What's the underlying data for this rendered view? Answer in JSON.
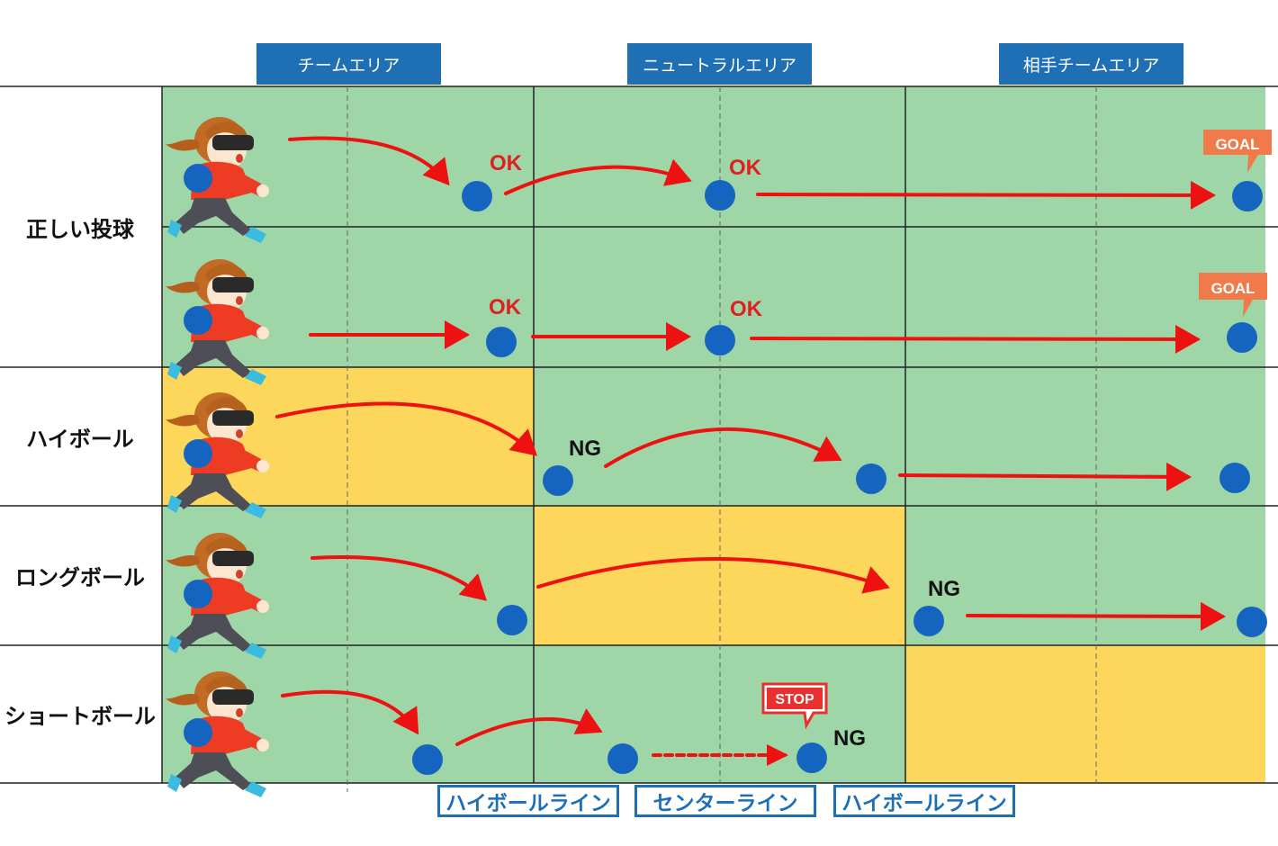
{
  "areas": [
    "チームエリア",
    "ニュートラルエリア",
    "相手チームエリア"
  ],
  "rows": [
    {
      "label": "正しい投球"
    },
    {
      "label": "ハイボール"
    },
    {
      "label": "ロングボール"
    },
    {
      "label": "ショートボール"
    }
  ],
  "marks": {
    "ok": "OK",
    "ng": "NG",
    "goal": "GOAL",
    "stop": "STOP"
  },
  "lines": [
    "ハイボールライン",
    "センターライン",
    "ハイボールライン"
  ],
  "colors": {
    "field_green": "#9fd6a7",
    "invalid_zone_yellow": "#fdd65c",
    "ball_blue": "#1565c0",
    "arrow_red": "#ee1111",
    "header_blue": "#1f6fb5",
    "goal_badge": "#f07a4a",
    "stop_badge": "#e8312f"
  }
}
